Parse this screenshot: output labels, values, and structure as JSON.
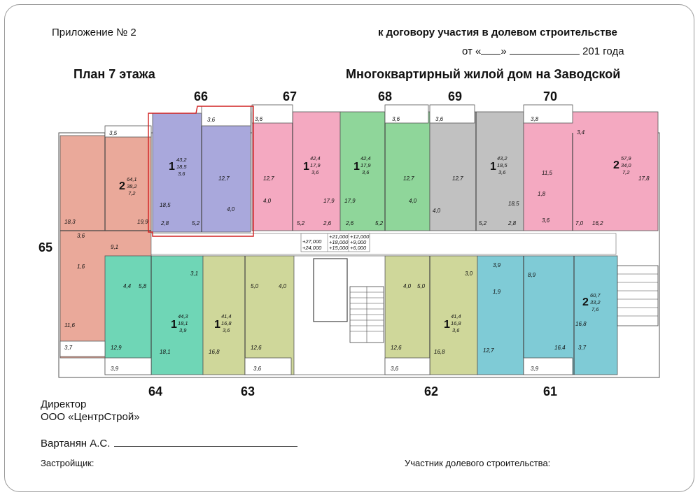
{
  "header": {
    "appendix": "Приложение № 2",
    "contract": "к договору участия в долевом строительстве",
    "date_prefix": "от «",
    "date_mid": "»",
    "date_year": "201  года",
    "plan_title": "План 7 этажа",
    "house_title": "Многоквартирный жилой дом на Заводской"
  },
  "footer": {
    "director": "Директор",
    "company": "ООО «ЦентрСтрой»",
    "signer": "Вартанян А.С.",
    "developer": "Застройщик:",
    "participant": "Участник долевого строительства:"
  },
  "apartments": [
    {
      "number": "66",
      "rooms": "1",
      "total": "43,2",
      "living": "18,5",
      "balcony": "3,6",
      "color": "#a9a8dc"
    },
    {
      "number": "67",
      "rooms": "1",
      "total": "42,4",
      "living": "17,9",
      "balcony": "3,6",
      "color": "#f4a9c1"
    },
    {
      "number": "68",
      "rooms": "1",
      "total": "42,4",
      "living": "17,9",
      "balcony": "3,6",
      "color": "#8fd69a"
    },
    {
      "number": "69",
      "rooms": "1",
      "total": "43,2",
      "living": "18,5",
      "balcony": "3,6",
      "color": "#c1c1c1"
    },
    {
      "number": "70",
      "rooms": "2",
      "total": "57,9",
      "living": "34,0",
      "balcony": "7,2",
      "color": "#f4a9c1"
    },
    {
      "number": "65",
      "rooms": "2",
      "total": "64,1",
      "living": "38,2",
      "balcony": "7,2",
      "color": "#eaa99a"
    },
    {
      "number": "64",
      "rooms": "1",
      "total": "44,3",
      "living": "18,1",
      "balcony": "3,9",
      "color": "#6fd6b6"
    },
    {
      "number": "63",
      "rooms": "1",
      "total": "41,4",
      "living": "16,8",
      "balcony": "3,6",
      "color": "#cfd79a"
    },
    {
      "number": "62",
      "rooms": "1",
      "total": "41,4",
      "living": "16,8",
      "balcony": "3,6",
      "color": "#cfd79a"
    },
    {
      "number": "61",
      "rooms": "2",
      "total": "60,7",
      "living": "33,2",
      "balcony": "7,6",
      "color": "#7fcbd6"
    }
  ],
  "rooms": {
    "r65_a": "3,5",
    "r65_b": "18,3",
    "r65_c": "19,9",
    "r65_d": "3,6",
    "r65_e": "9,1",
    "r65_f": "1,6",
    "r65_g": "11,6",
    "r65_h": "3,7",
    "r66_a": "3,6",
    "r66_b": "12,7",
    "r66_c": "18,5",
    "r66_d": "2,8",
    "r66_e": "5,2",
    "r66_f": "4,0",
    "r67_a": "3,6",
    "r67_b": "12,7",
    "r67_c": "4,0",
    "r67_d": "17,9",
    "r67_e": "5,2",
    "r67_f": "2,6",
    "r68_a": "3,6",
    "r68_b": "12,7",
    "r68_c": "17,9",
    "r68_d": "2,6",
    "r68_e": "5,2",
    "r68_f": "4,0",
    "r69_a": "3,6",
    "r69_b": "12,7",
    "r69_c": "4,0",
    "r69_d": "18,5",
    "r69_e": "5,2",
    "r69_f": "2,8",
    "r70_a": "3,8",
    "r70_b": "3,4",
    "r70_c": "11,5",
    "r70_d": "17,8",
    "r70_e": "1,8",
    "r70_f": "3,6",
    "r70_g": "7,0",
    "r70_h": "16,2",
    "r64_a": "3,1",
    "r64_b": "4,4",
    "r64_c": "5,8",
    "r64_d": "12,9",
    "r64_e": "18,1",
    "r64_f": "3,9",
    "r63_a": "5,0",
    "r63_b": "4,0",
    "r63_c": "16,8",
    "r63_d": "12,6",
    "r63_e": "3,6",
    "r62_a": "3,0",
    "r62_b": "4,0",
    "r62_c": "5,0",
    "r62_d": "12,6",
    "r62_e": "16,8",
    "r62_f": "3,6",
    "r61_a": "3,9",
    "r61_b": "8,9",
    "r61_c": "1,9",
    "r61_d": "16,8",
    "r61_e": "12,7",
    "r61_f": "16,4",
    "r61_g": "3,7",
    "r61_h": "3,9"
  },
  "heights": [
    "+27,000",
    "+24,000",
    "+21,000",
    "+18,000",
    "+15,000",
    "+12,000",
    "+9,000",
    "+6,000"
  ]
}
